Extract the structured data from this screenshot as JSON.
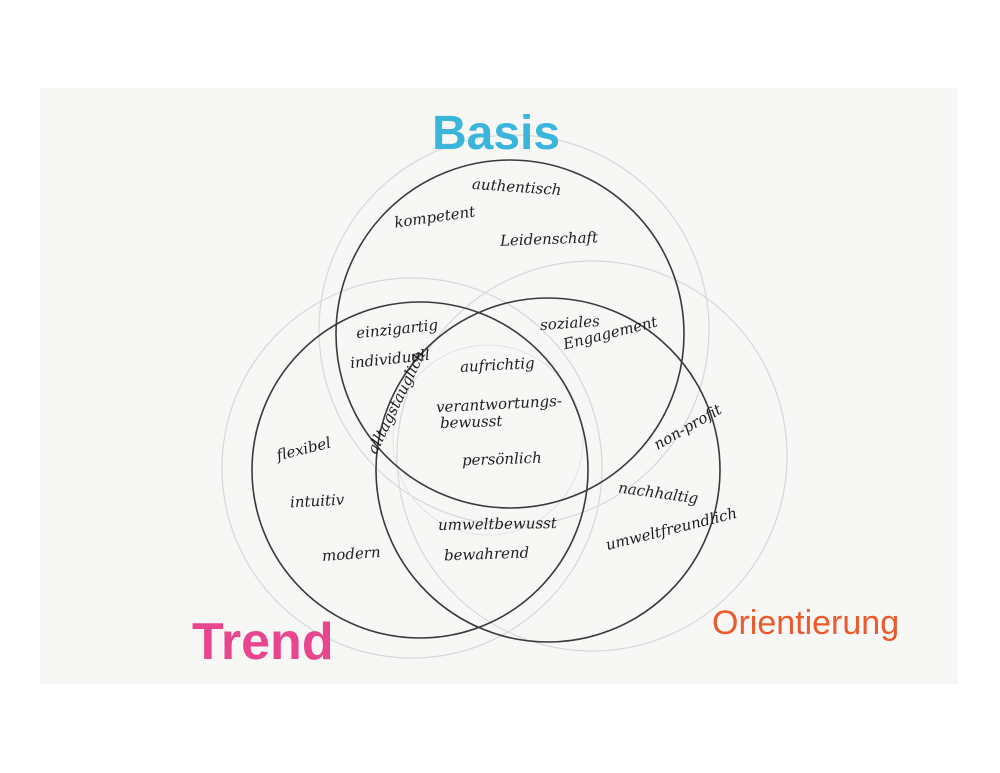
{
  "headings": {
    "basis": {
      "text": "Basis",
      "color": "#3ab6dc"
    },
    "trend": {
      "text": "Trend",
      "color": "#e8468e"
    },
    "orientierung": {
      "text": "Orientierung",
      "color": "#ec5a2c"
    }
  },
  "circle_stroke": "#3a3a3a",
  "basis_only": [
    "authentisch",
    "kompetent",
    "Leidenschaft"
  ],
  "basis_trend": [
    "einzigartig",
    "individuell",
    "alltagstauglich"
  ],
  "basis_orientierung": [
    "soziales",
    "Engagement"
  ],
  "center": [
    "aufrichtig",
    "verantwortungs-",
    "bewusst",
    "persönlich"
  ],
  "trend_only": [
    "flexibel",
    "intuitiv",
    "modern"
  ],
  "trend_orientierung": [
    "umweltbewusst",
    "bewahrend"
  ],
  "orientierung_only": [
    "non-profit",
    "nachhaltig",
    "umweltfreundlich"
  ]
}
